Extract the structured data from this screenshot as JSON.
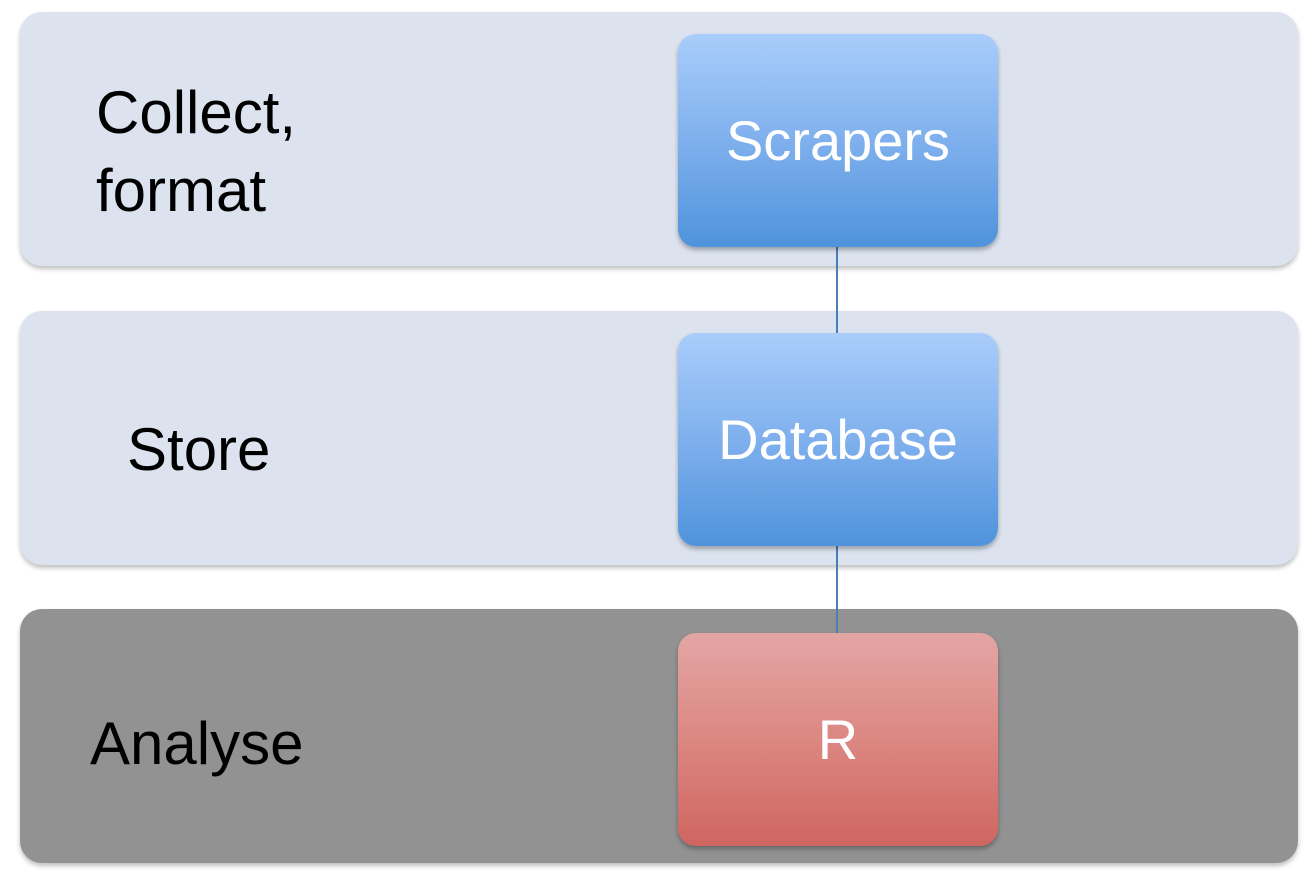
{
  "bands": {
    "collect": {
      "label": "Collect,\nformat",
      "label_line1": "Collect,",
      "label_line2": "format",
      "color": "#dce3ef"
    },
    "store": {
      "label": "Store",
      "color": "#dce3ef"
    },
    "analyse": {
      "label": "Analyse",
      "color": "#929292"
    }
  },
  "nodes": {
    "scrapers": {
      "label": "Scrapers",
      "color": "#7fb0ed"
    },
    "database": {
      "label": "Database",
      "color": "#7fb0ed"
    },
    "r": {
      "label": "R",
      "color": "#dc8782"
    }
  },
  "connectors": [
    {
      "from": "Scrapers",
      "to": "Database"
    },
    {
      "from": "Database",
      "to": "R"
    }
  ]
}
